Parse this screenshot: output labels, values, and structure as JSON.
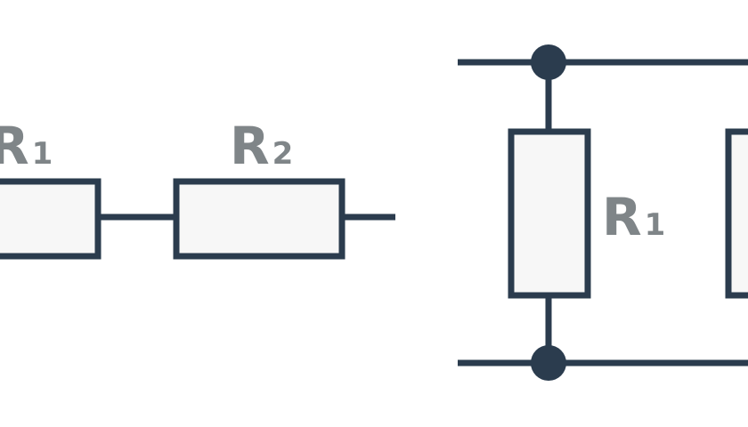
{
  "colors": {
    "wire": "#2b3c4e",
    "resistor_fill": "#f7f7f7",
    "label": "#7f8588",
    "background": "#ffffff"
  },
  "series_circuit": {
    "r1": {
      "main": "R",
      "sub": "1"
    },
    "r2": {
      "main": "R",
      "sub": "2"
    }
  },
  "parallel_circuit": {
    "r1": {
      "main": "R",
      "sub": "1"
    }
  }
}
